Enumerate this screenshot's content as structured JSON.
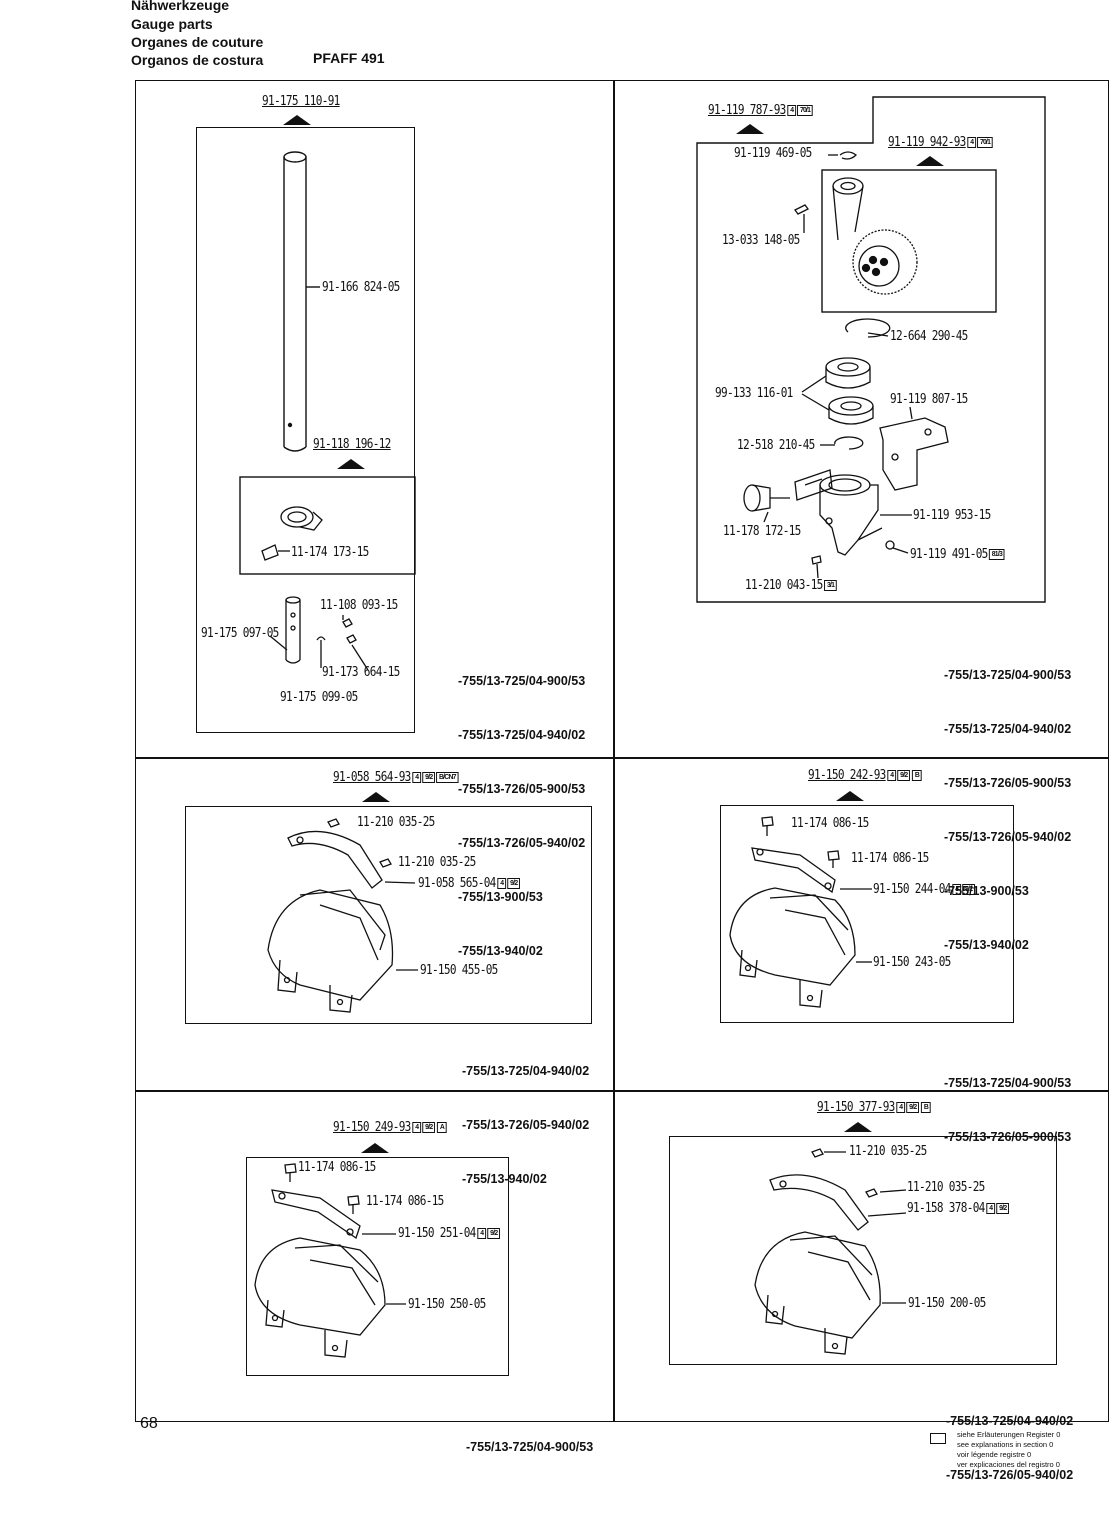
{
  "header": {
    "line1": "Nähwerkzeuge",
    "line2": "Gauge parts",
    "line3": "Organes de couture",
    "line4": "Organos de costura",
    "model": "PFAFF 491"
  },
  "page_number": "68",
  "legend": [
    "siehe Erläuterungen Register 0",
    "see explanations in section 0",
    "voir légende registre 0",
    "ver explicaciones del registro 0"
  ],
  "panel1": {
    "assembly": "91-175 110-91",
    "subassembly": "91-118 196-12",
    "parts": [
      "91-166 824-05",
      "11-174 173-15",
      "11-108 093-15",
      "91-175 097-05",
      "91-173 664-15",
      "91-175 099-05"
    ],
    "models": [
      "-755/13-725/04-900/53",
      "-755/13-725/04-940/02",
      "-755/13-726/05-900/53",
      "-755/13-726/05-940/02",
      "-755/13-900/53",
      "-755/13-940/02"
    ]
  },
  "panel2": {
    "assembly": "91-119 787-93",
    "assembly_tags": [
      "4",
      "70/1"
    ],
    "subassembly": "91-119 942-93",
    "subassembly_tags": [
      "4",
      "70/1"
    ],
    "parts": [
      "91-119 469-05",
      "13-033 148-05",
      "12-664 290-45",
      "99-133 116-01",
      "91-119 807-15",
      "12-518 210-45",
      "11-178 172-15",
      "91-119 953-15",
      "91-119 491-05",
      "11-210 043-15"
    ],
    "part_tags": {
      "91-119 491-05": "81/3",
      "11-210 043-15": "3/1"
    },
    "models": [
      "-755/13-725/04-900/53",
      "-755/13-725/04-940/02",
      "-755/13-726/05-900/53",
      "-755/13-726/05-940/02",
      "-755/13-900/53",
      "-755/13-940/02"
    ]
  },
  "panel3": {
    "assembly": "91-058 564-93",
    "assembly_tags": [
      "4",
      "9/2",
      "B/CN7"
    ],
    "parts": [
      "11-210 035-25",
      "11-210 035-25",
      "91-058 565-04",
      "91-150 455-05"
    ],
    "part_tags": {
      "91-058 565-04": [
        "4",
        "9/2"
      ]
    },
    "models": [
      "-755/13-725/04-940/02",
      "-755/13-726/05-940/02",
      "-755/13-940/02"
    ]
  },
  "panel4": {
    "assembly": "91-150 242-93",
    "assembly_tags": [
      "4",
      "9/2",
      "B"
    ],
    "parts": [
      "11-174 086-15",
      "11-174 086-15",
      "91-150 244-04",
      "91-150 243-05"
    ],
    "part_tags": {
      "91-150 244-04": [
        "4",
        "9/2"
      ]
    },
    "models": [
      "-755/13-725/04-900/53",
      "-755/13-726/05-900/53"
    ]
  },
  "panel5": {
    "assembly": "91-150 249-93",
    "assembly_tags": [
      "4",
      "9/2",
      "A"
    ],
    "parts": [
      "11-174 086-15",
      "11-174 086-15",
      "91-150 251-04",
      "91-150 250-05"
    ],
    "part_tags": {
      "91-150 251-04": [
        "4",
        "9/2"
      ]
    },
    "models": [
      "-755/13-725/04-900/53"
    ]
  },
  "panel6": {
    "assembly": "91-150 377-93",
    "assembly_tags": [
      "4",
      "9/2",
      "B"
    ],
    "parts": [
      "11-210 035-25",
      "11-210 035-25",
      "91-158 378-04",
      "91-150 200-05"
    ],
    "part_tags": {
      "91-158 378-04": [
        "4",
        "9/2"
      ]
    },
    "models": [
      "-755/13-725/04-940/02",
      "-755/13-726/05-940/02"
    ]
  }
}
